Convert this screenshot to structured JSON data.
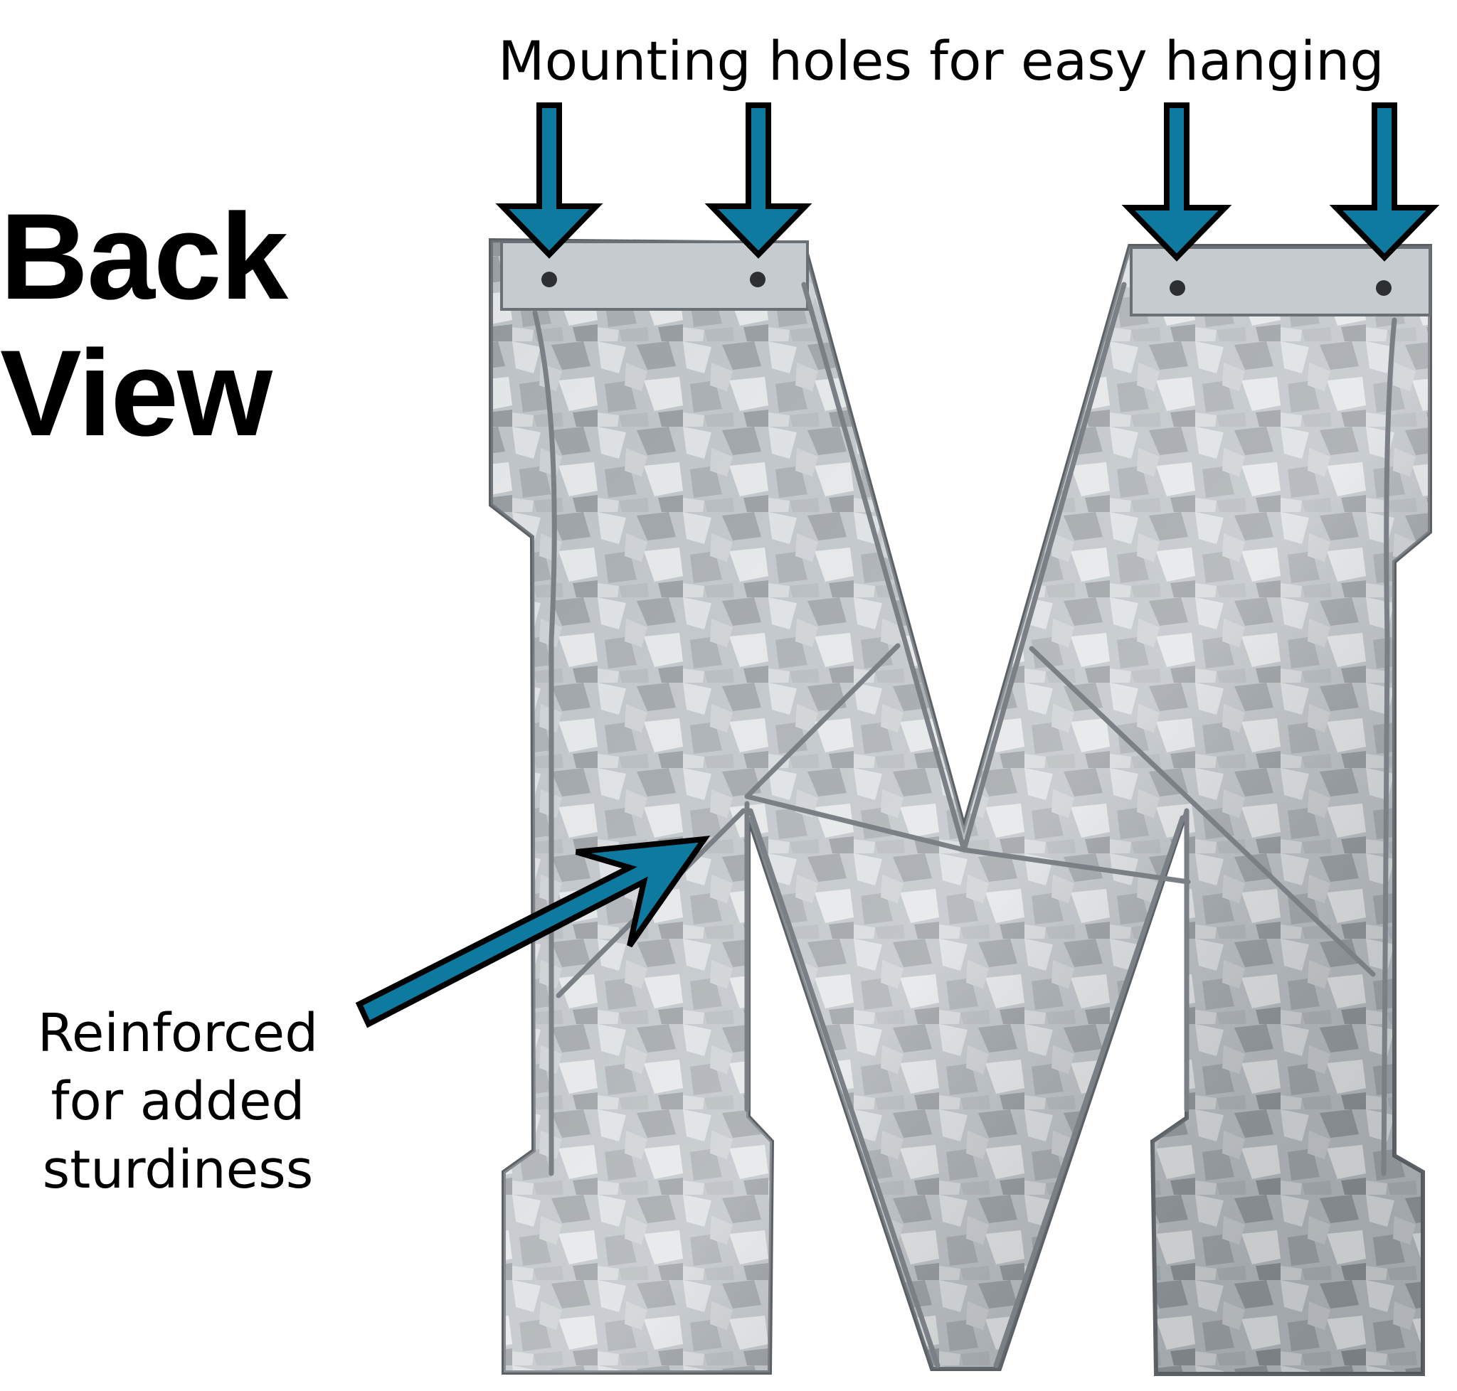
{
  "title": {
    "line1": "Back",
    "line2": "View"
  },
  "annotations": {
    "mounting": "Mounting holes for easy hanging",
    "reinforced": {
      "line1": "Reinforced",
      "line2": "for added",
      "line3": "sturdiness"
    }
  },
  "colors": {
    "arrow_fill": "#0e7aa0",
    "arrow_outline": "#000000",
    "metal_light": "#c9ced2",
    "metal_dark": "#7c8287",
    "text": "#000000"
  },
  "product": {
    "letter": "M",
    "material": "galvanized metal",
    "icon": "galvanized-letter-m"
  }
}
